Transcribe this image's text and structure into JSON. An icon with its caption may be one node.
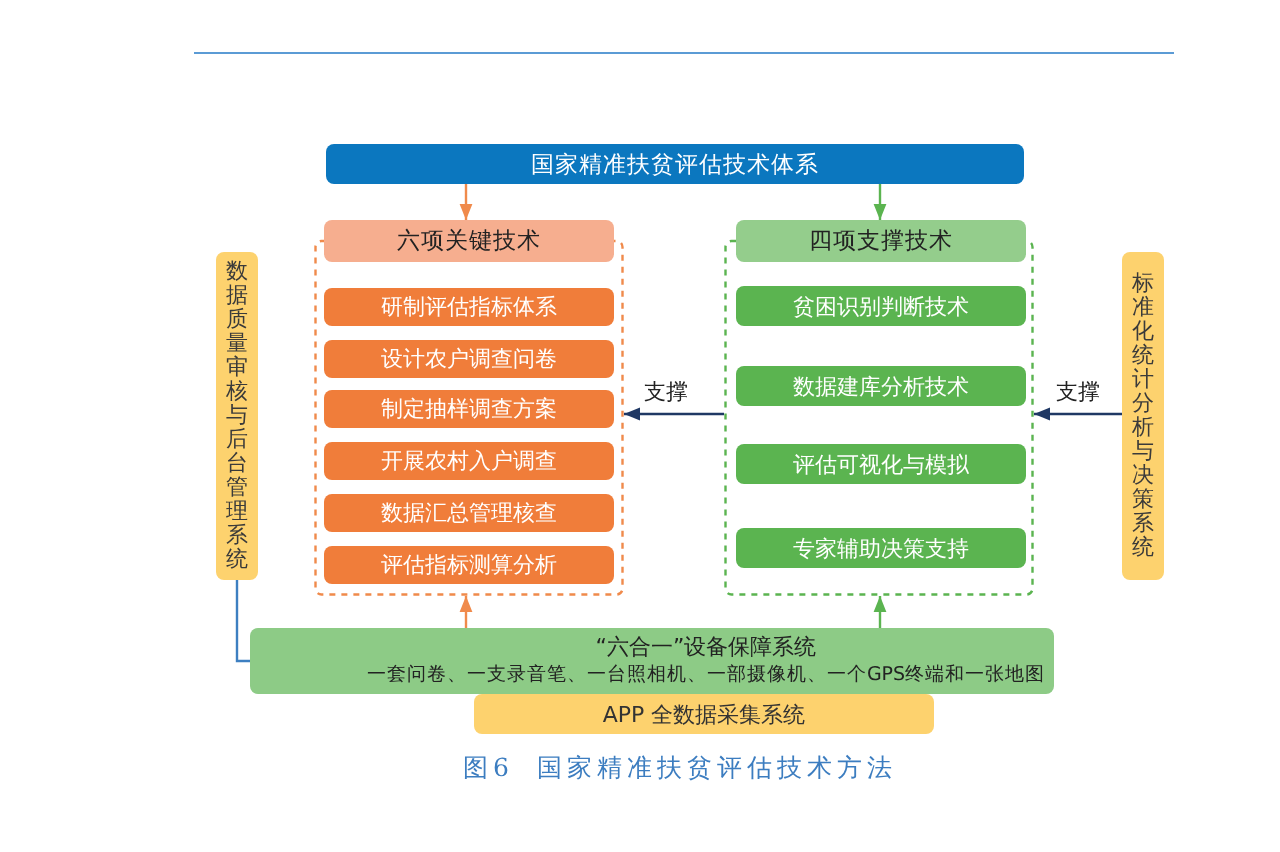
{
  "diagram": {
    "caption": "图6 国家精准扶贫评估技术方法",
    "nodes": [
      {
        "text": [
          "国家精准扶贫评估技术体系"
        ]
      },
      {
        "text": [
          "数据质量审核与后台管理系统"
        ]
      },
      {
        "text": [
          "六项关键技术"
        ]
      },
      {
        "text": [
          "研制评估指标体系"
        ],
        "in": 2
      },
      {
        "text": [
          "设计农户调查问卷"
        ],
        "in": 2
      },
      {
        "text": [
          "制定抽样调查方案"
        ],
        "in": 2
      },
      {
        "text": [
          "开展农村入户调查"
        ],
        "in": 2
      },
      {
        "text": [
          "数据汇总管理核查"
        ],
        "in": 2
      },
      {
        "text": [
          "评估指标测算分析"
        ],
        "in": 2
      },
      {
        "text": [
          "四项支撑技术"
        ]
      },
      {
        "text": [
          "贫困识别判断技术"
        ],
        "in": 9
      },
      {
        "text": [
          "数据建库分析技术"
        ],
        "in": 9
      },
      {
        "text": [
          "评估可视化与模拟"
        ],
        "in": 9
      },
      {
        "text": [
          "专家辅助决策支持"
        ],
        "in": 9
      },
      {
        "text": [
          "标准化统计分析与决策系统"
        ]
      },
      {
        "text": [
          "“六合一”设备保障系统",
          "一套问卷、一支录音笔、一台照相机、一部摄像机、一个GPS终端和一张地图"
        ]
      },
      {
        "text": [
          "APP 全数据采集系统"
        ]
      }
    ],
    "edges": [
      {
        "from": 0,
        "to": 2,
        "arrow": "to",
        "color": "#f08a4b"
      },
      {
        "from": 0,
        "to": 9,
        "arrow": "to",
        "color": "#5bb450"
      },
      {
        "from": 9,
        "to": 2,
        "arrow": "to",
        "label": "支撑",
        "color": "#1f3864"
      },
      {
        "from": 14,
        "to": 9,
        "arrow": "to",
        "label": "支撑",
        "color": "#1f3864"
      },
      {
        "from": 1,
        "to": 15,
        "arrow": "none",
        "color": "#3d7fc1"
      },
      {
        "from": 15,
        "to": 2,
        "arrow": "to",
        "color": "#f08a4b"
      },
      {
        "from": 15,
        "to": 9,
        "arrow": "to",
        "color": "#5bb450"
      }
    ]
  }
}
